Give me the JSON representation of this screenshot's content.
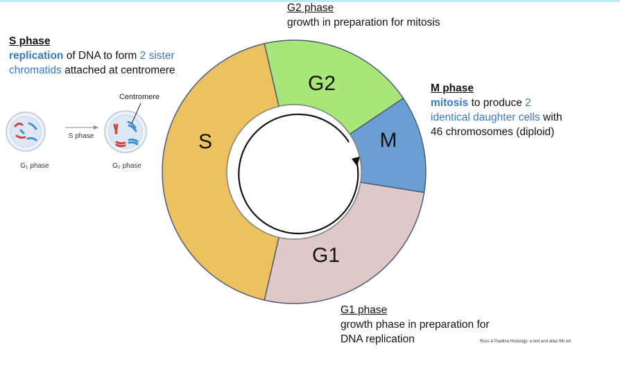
{
  "g2_block": {
    "heading": "G2 phase",
    "line1": "growth in preparation for mitosis"
  },
  "s_block": {
    "heading": "S phase",
    "l1_hl": "replication",
    "l1_text": " of DNA to form ",
    "l1_hl2": "2 sister",
    "l2_hl": "chromatids",
    "l2_text": " attached at centromere"
  },
  "m_block": {
    "heading": "M phase",
    "l1_hl": "mitosis",
    "l1_text": " to produce ",
    "l1_hl2": "2",
    "l2_hl": "identical daughter cells",
    "l2_text": " with",
    "l3": "46 chromosomes (diploid)"
  },
  "g1_block": {
    "heading": "G1 phase",
    "line1": "growth phase in preparation for",
    "line2": "DNA replication"
  },
  "ring": {
    "segments": [
      {
        "label": "S",
        "color": "#ecc15e",
        "start_deg": 193,
        "end_deg": 347
      },
      {
        "label": "G2",
        "color": "#a9e67a",
        "start_deg": 347,
        "end_deg": 56
      },
      {
        "label": "M",
        "color": "#6b9fd4",
        "start_deg": 56,
        "end_deg": 99
      },
      {
        "label": "G1",
        "color": "#dfc8c8",
        "start_deg": 99,
        "end_deg": 193
      }
    ]
  },
  "cells": {
    "centromere_label": "Centromere",
    "arrow_label": "S phase",
    "cell1_label": "G₁ phase",
    "cell2_label": "G₂ phase"
  },
  "citation": {
    "text": "Ross & Pawlina Histology: a text and atlas 6th ed."
  }
}
